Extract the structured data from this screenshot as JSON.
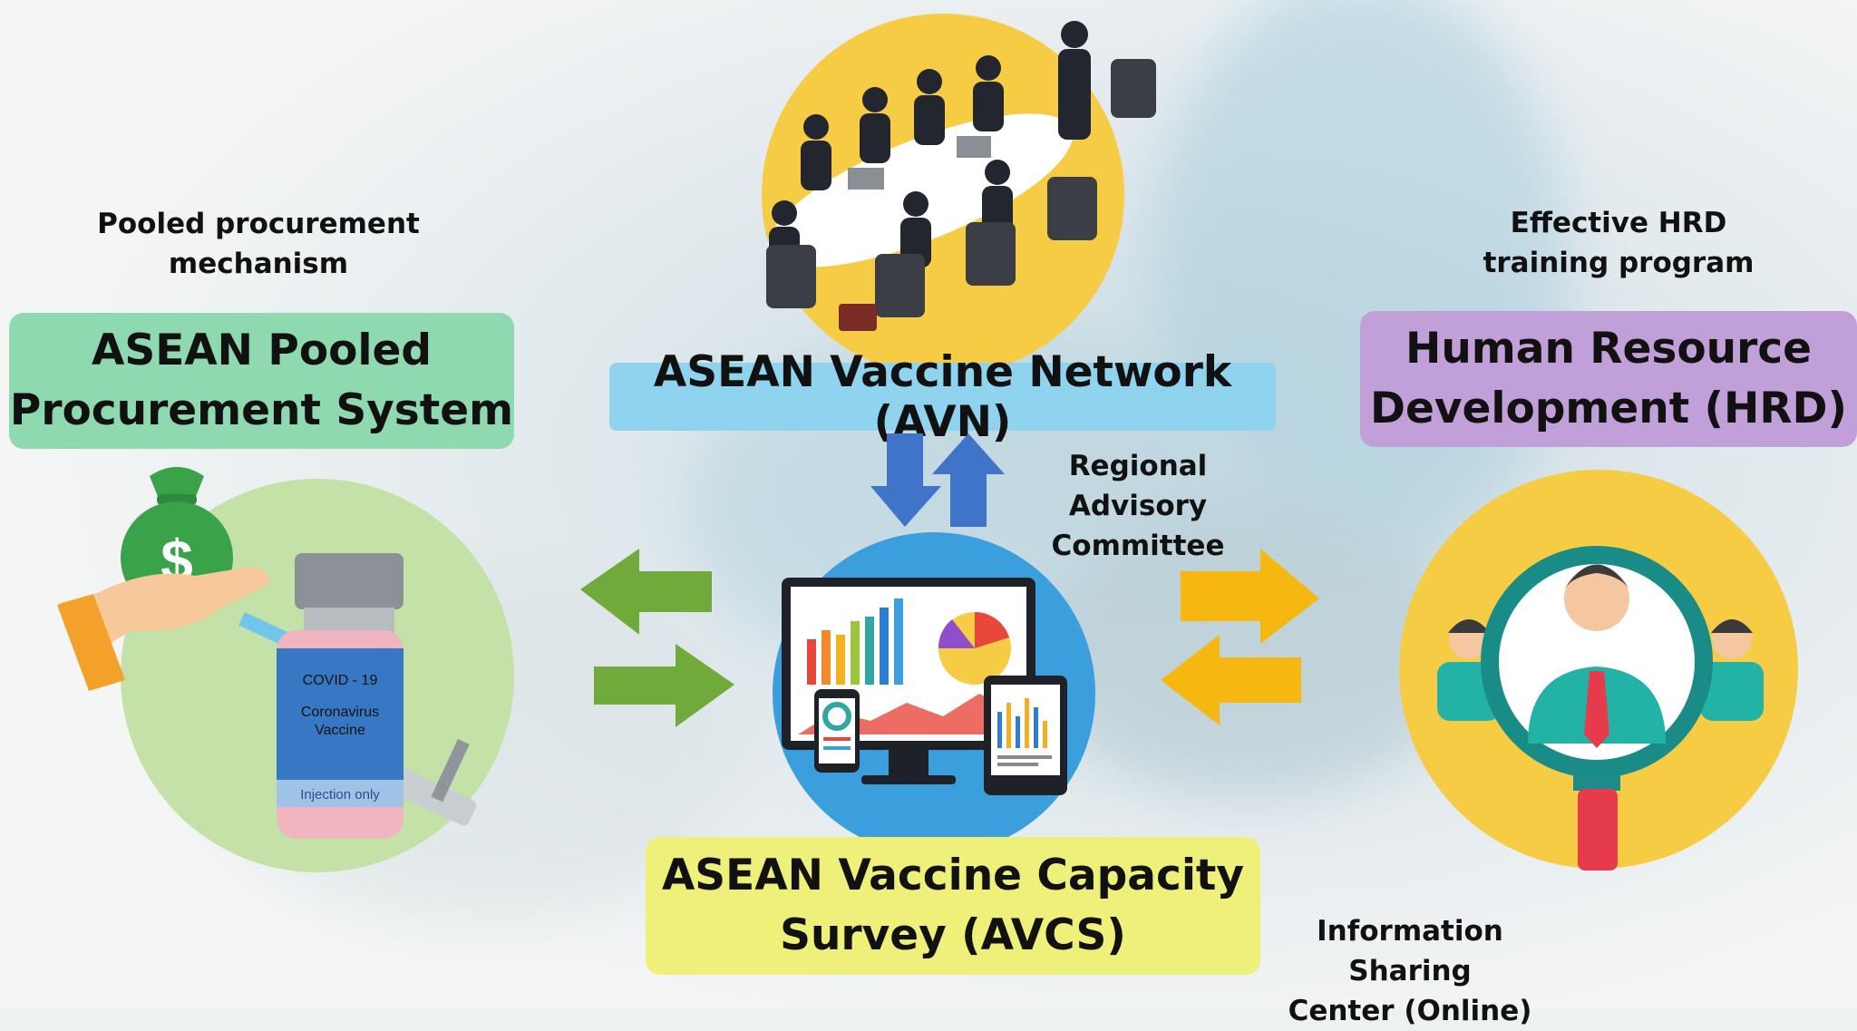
{
  "left": {
    "caption": [
      "Pooled procurement",
      "mechanism"
    ],
    "title": [
      "ASEAN Pooled",
      "Procurement System"
    ],
    "vial_text": [
      "COVID - 19",
      "Coronavirus",
      "Vaccine",
      "Injection only"
    ],
    "currency_symbol": "$"
  },
  "top": {
    "title": "ASEAN Vaccine Network (AVN)",
    "caption": [
      "Regional Advisory",
      "Committee"
    ]
  },
  "right": {
    "caption": [
      "Effective HRD",
      "training program"
    ],
    "title": [
      "Human Resource",
      "Development (HRD)"
    ]
  },
  "bottom": {
    "title": [
      "ASEAN Vaccine Capacity",
      "Survey (AVCS)"
    ],
    "caption": [
      "Information Sharing",
      "Center (Online)"
    ]
  },
  "colors": {
    "green_box": "#8ed9b0",
    "blue_box": "#8fd3ef",
    "purple_box": "#c1a0d9",
    "yellow_box": "#eef07a",
    "green_arrow": "#6faa3b",
    "blue_arrow": "#3f74c8",
    "orange_arrow": "#f6b810",
    "yellow_circle": "#f6cc45",
    "green_circle": "#c4e1a8",
    "blue_circle": "#3a9fdc"
  },
  "icons": [
    "meeting-illustration",
    "money-bag-icon",
    "vaccine-vial-icon",
    "syringe-icon",
    "analytics-devices-icon",
    "magnifier-person-icon"
  ]
}
